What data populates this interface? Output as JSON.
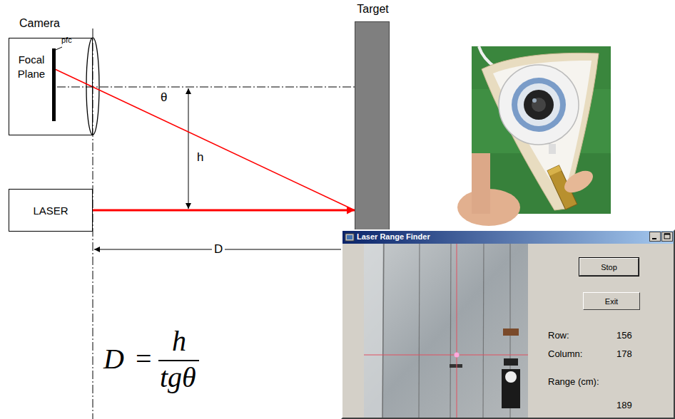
{
  "diagram": {
    "nodes": [
      {
        "text": [
          "Camera",
          "Focal Plane"
        ]
      },
      {
        "text": [
          "Target"
        ]
      },
      {
        "text": [
          "LASER"
        ]
      },
      {
        "text": [
          "Laser Range Finder"
        ]
      },
      {
        "text": [
          "Stop"
        ],
        "in": 3
      },
      {
        "text": [
          "Exit"
        ],
        "in": 3
      }
    ],
    "edges": [
      {
        "from": 2,
        "to": 1,
        "arrow": "to"
      },
      {
        "from": 0,
        "to": 1,
        "arrow": "none"
      }
    ],
    "labels": [
      "pfc",
      "θ",
      "h",
      "D",
      "D",
      "=",
      "h",
      "tgθ",
      "Row:",
      "156",
      "Column:",
      "178",
      "Range (cm):",
      "189"
    ]
  }
}
